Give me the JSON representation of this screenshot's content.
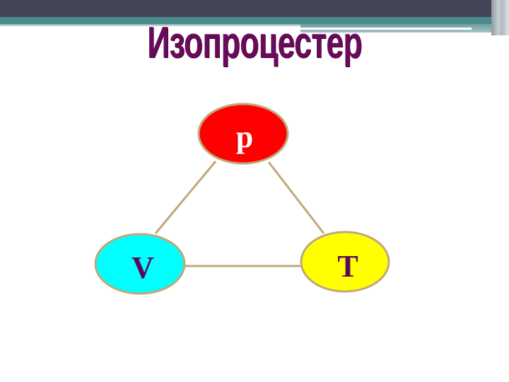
{
  "slide": {
    "title": "Изопроцестер"
  },
  "diagram": {
    "nodes": [
      {
        "id": "p",
        "label": "p",
        "fill": "#ff0000",
        "text_color": "#ffffff"
      },
      {
        "id": "V",
        "label": "V",
        "fill": "#00ffff",
        "text_color": "#5a0a5a"
      },
      {
        "id": "T",
        "label": "T",
        "fill": "#ffff00",
        "text_color": "#5a0a5a"
      }
    ],
    "edges": [
      {
        "from": "p",
        "to": "V"
      },
      {
        "from": "p",
        "to": "T"
      },
      {
        "from": "V",
        "to": "T"
      }
    ],
    "border_color": "#c0a878"
  }
}
